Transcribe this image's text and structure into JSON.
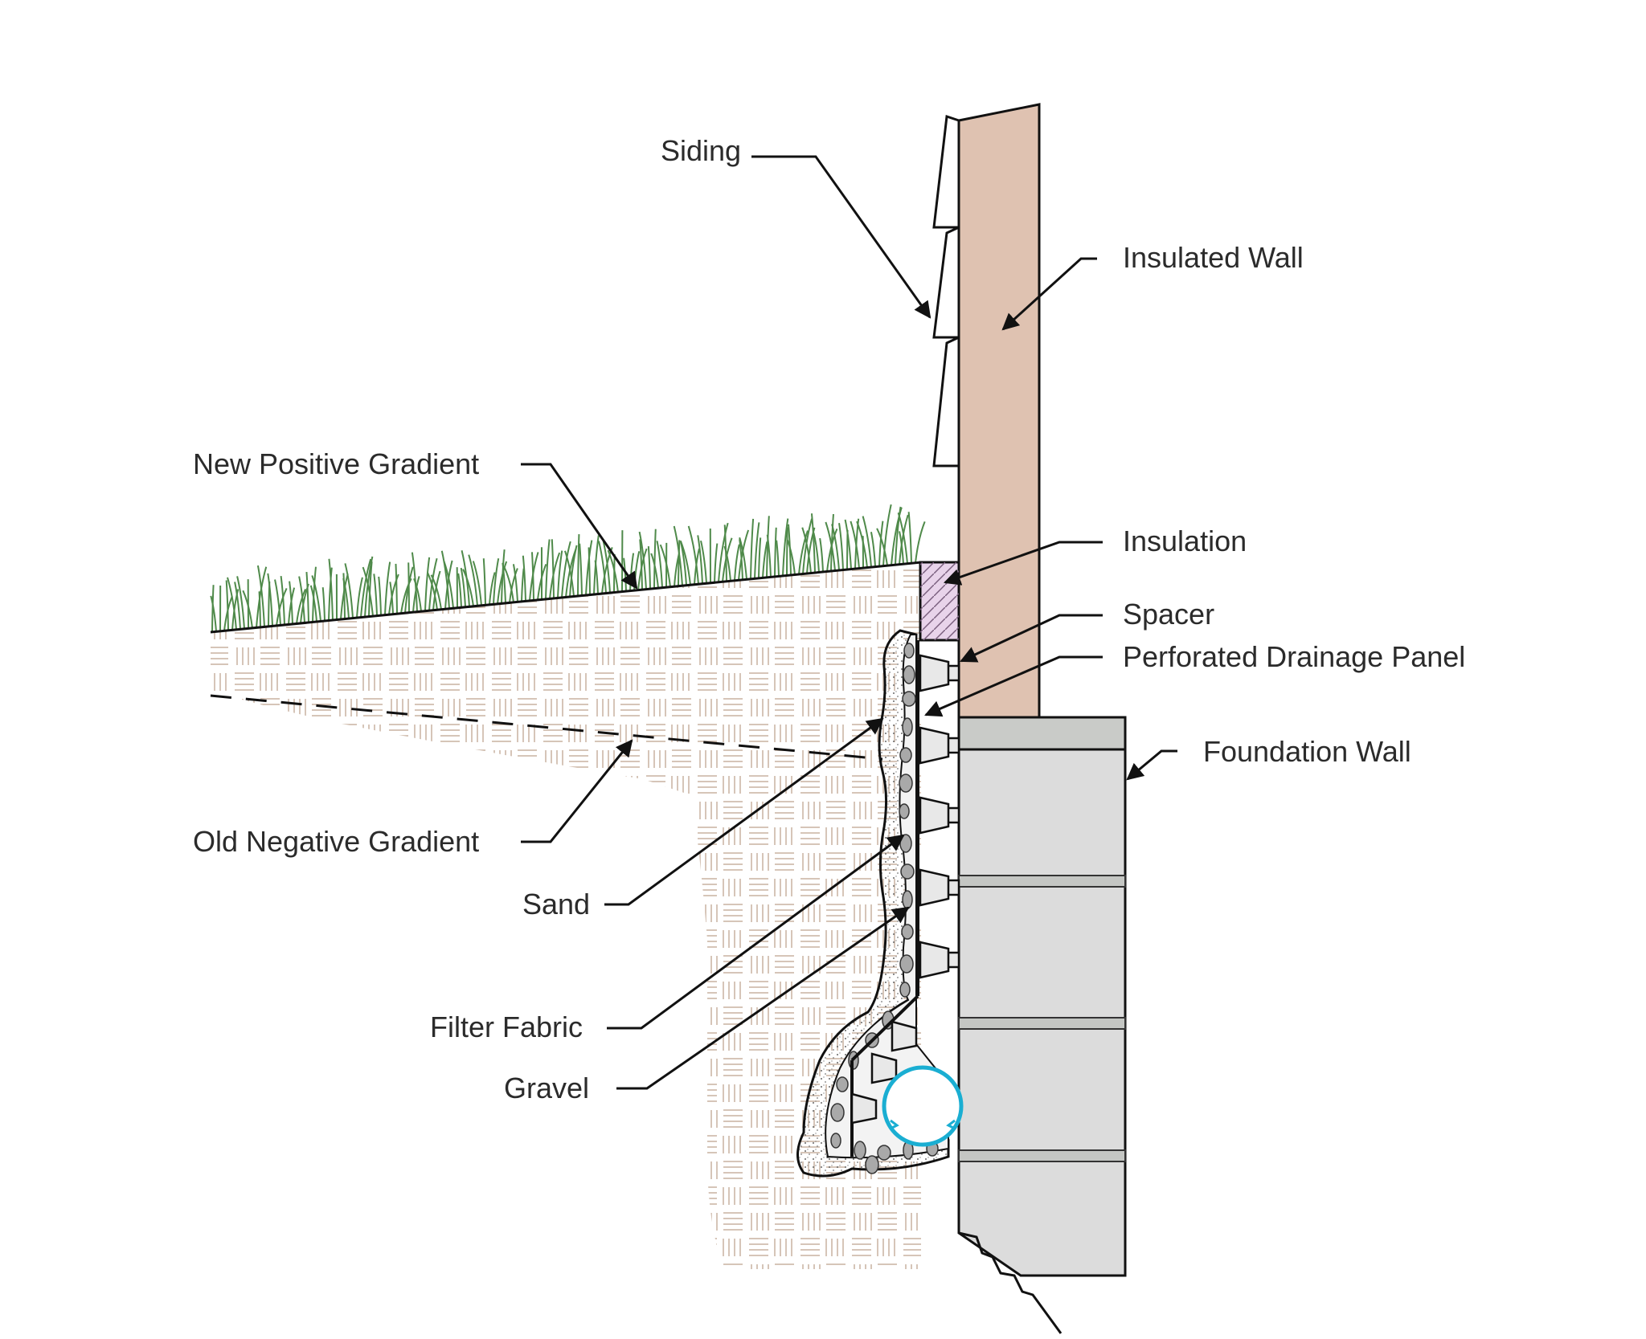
{
  "labels": {
    "siding": "Siding",
    "insulated_wall": "Insulated Wall",
    "new_positive_gradient": "New Positive Gradient",
    "insulation": "Insulation",
    "spacer": "Spacer",
    "perforated_drainage_panel": "Perforated Drainage Panel",
    "foundation_wall": "Foundation Wall",
    "old_negative_gradient": "Old Negative Gradient",
    "sand": "Sand",
    "filter_fabric": "Filter Fabric",
    "gravel": "Gravel"
  },
  "colors": {
    "insulated_wall": "#dfc2b1",
    "foundation_wall": "#dcdcdc",
    "foundation_cap": "#c9cbc8",
    "insulation": "#e8d3ea",
    "grass": "#4f8a4a",
    "soil_hatch": "#d6c5b8",
    "drain_pipe": "#1aaed2"
  }
}
